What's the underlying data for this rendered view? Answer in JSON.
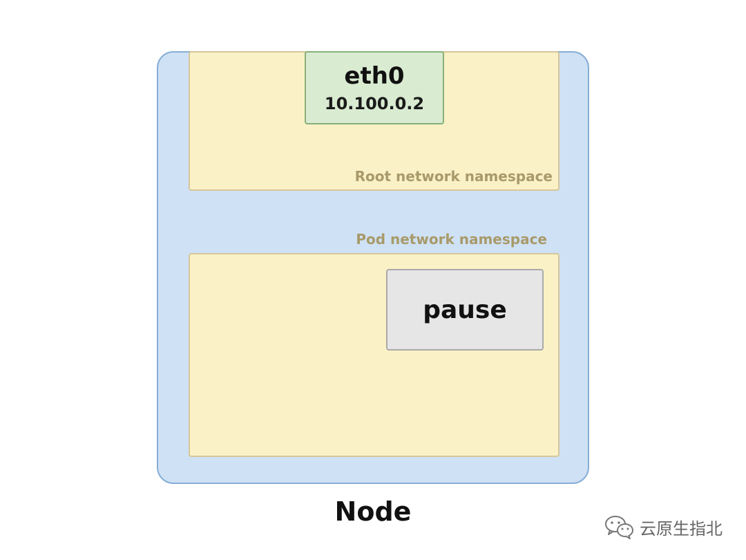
{
  "diagram": {
    "node_label": "Node",
    "root_namespace_label": "Root network namespace",
    "pod_namespace_label": "Pod network namespace",
    "interface": {
      "name": "eth0",
      "ip": "10.100.0.2"
    },
    "container_label": "pause"
  },
  "watermark": {
    "icon": "wechat-icon",
    "text": "云原生指北"
  },
  "colors": {
    "node_fill": "#cfe1f4",
    "node_border": "#86aed6",
    "namespace_fill": "#fbf1c6",
    "namespace_border": "#d6c69a",
    "interface_fill": "#d9ebd0",
    "interface_border": "#86b07a",
    "container_fill": "#e6e6e6",
    "container_border": "#a9a9a9",
    "namespace_label": "#a89a6a"
  }
}
